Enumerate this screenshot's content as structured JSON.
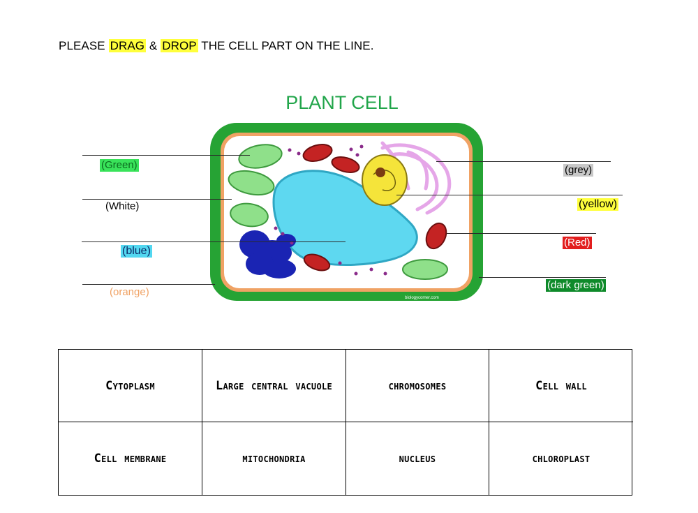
{
  "instruction": {
    "part1": "PLEASE ",
    "drag": "DRAG",
    "part2": " & ",
    "drop": "DROP",
    "part3": " THE CELL PART ON THE LINE."
  },
  "diagram": {
    "title": "PLANT CELL",
    "watermark": "biologycorner.com"
  },
  "labels_left": [
    {
      "text": "(Green)",
      "color": "#0c6b1f",
      "bg": "#39e35a"
    },
    {
      "text": "(White)",
      "color": "#000000",
      "bg": "#ffffff"
    },
    {
      "text": "(blue)",
      "color": "#0b2a66",
      "bg": "#52d7f0"
    },
    {
      "text": "(orange)",
      "color": "#f0a264",
      "bg": "#ffffff"
    }
  ],
  "labels_right": [
    {
      "text": "(grey)",
      "color": "#000000",
      "bg": "#c8c8c8"
    },
    {
      "text": "(yellow)",
      "color": "#000000",
      "bg": "#ffff3c"
    },
    {
      "text": "(Red)",
      "color": "#ffffff",
      "bg": "#e21e1e"
    },
    {
      "text": "(dark green)",
      "color": "#ffffff",
      "bg": "#0e8a2a"
    }
  ],
  "word_bank": [
    "Cytoplasm",
    "Large central vacuole",
    "chromosomes",
    "Cell wall",
    "Cell membrane",
    "mitochondria",
    "nucleus",
    "chloroplast"
  ],
  "colors": {
    "highlight": "#ffff3c",
    "title_green": "#21a54a",
    "cell_wall": "#26a334",
    "membrane": "#f0a264",
    "vacuole": "#5ed8f0",
    "nucleus": "#f5e43a",
    "er": "#e5a6e8",
    "mitochondria": "#c42323",
    "chloroplast": "#8fe08a",
    "golgi": "#1a24b3"
  }
}
